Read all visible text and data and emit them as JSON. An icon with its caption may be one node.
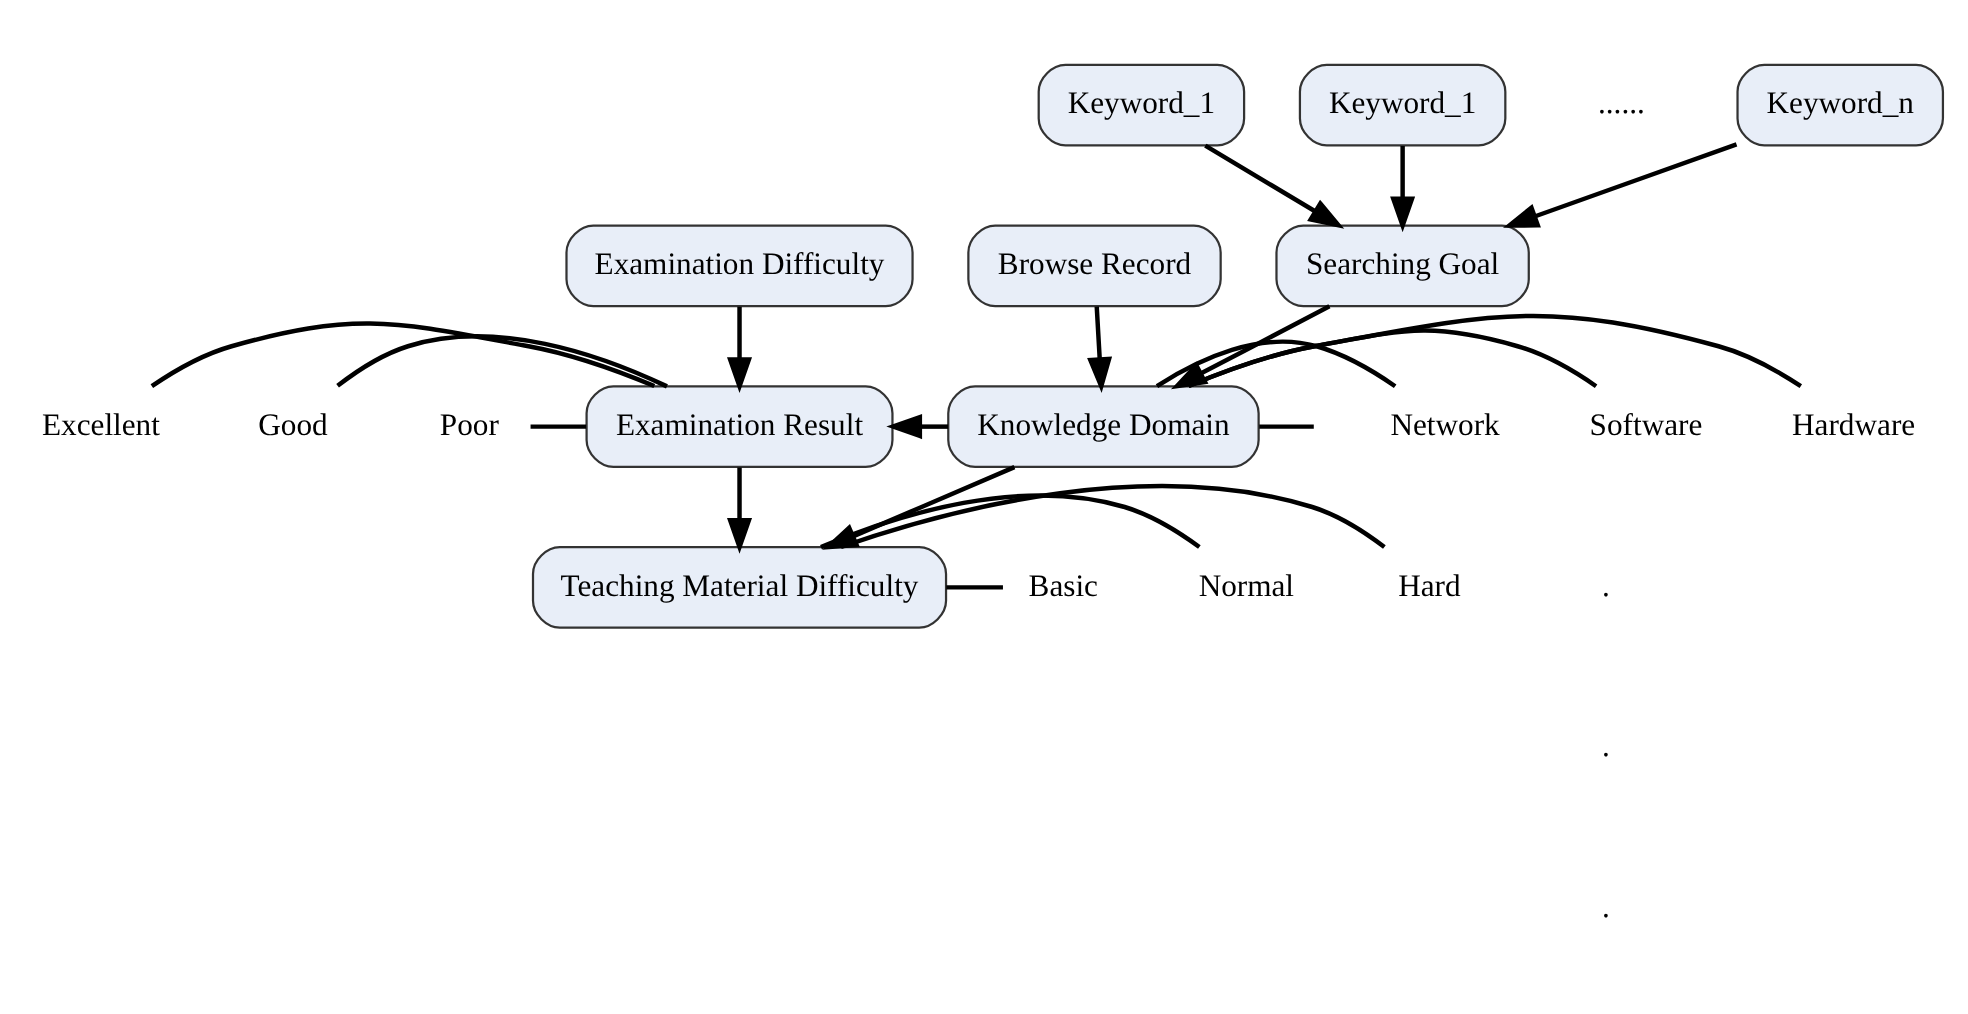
{
  "diagram": {
    "nodes": [
      {
        "text": [
          "Keyword_1"
        ]
      },
      {
        "text": [
          "Keyword_1"
        ]
      },
      {
        "text": [
          "Keyword_n"
        ]
      },
      {
        "text": [
          "Examination Difficulty"
        ]
      },
      {
        "text": [
          "Browse Record"
        ]
      },
      {
        "text": [
          "Searching Goal"
        ]
      },
      {
        "text": [
          "Hardware"
        ]
      },
      {
        "text": [
          "Excellent"
        ]
      },
      {
        "text": [
          "Examination Result"
        ]
      },
      {
        "text": [
          "Knowledge Domain"
        ]
      },
      {
        "text": [
          "Software"
        ]
      },
      {
        "text": [
          "Network"
        ]
      },
      {
        "text": [
          "Good"
        ]
      },
      {
        "text": [
          "Poor"
        ]
      },
      {
        "text": [
          "Teaching Material Difficulty"
        ]
      },
      {
        "text": [
          "Hard"
        ]
      },
      {
        "text": [
          "Normal"
        ]
      },
      {
        "text": [
          "Basic"
        ]
      }
    ],
    "edges": [
      {
        "from": 0,
        "to": 5,
        "arrow": "to"
      },
      {
        "from": 1,
        "to": 5,
        "arrow": "to"
      },
      {
        "from": 2,
        "to": 5,
        "arrow": "to"
      },
      {
        "from": 3,
        "to": 8,
        "arrow": "to"
      },
      {
        "from": 4,
        "to": 9,
        "arrow": "to"
      },
      {
        "from": 5,
        "to": 9,
        "arrow": "to"
      },
      {
        "from": 9,
        "to": 8,
        "arrow": "to"
      },
      {
        "from": 8,
        "to": 14,
        "arrow": "to"
      },
      {
        "from": 9,
        "to": 14,
        "arrow": "to"
      },
      {
        "from": 9,
        "to": 6,
        "arrow": "none"
      },
      {
        "from": 9,
        "to": 10,
        "arrow": "none"
      },
      {
        "from": 9,
        "to": 11,
        "arrow": "none"
      },
      {
        "from": 9,
        "to": null,
        "arrow": "none"
      },
      {
        "from": 8,
        "to": 7,
        "arrow": "none"
      },
      {
        "from": 8,
        "to": 12,
        "arrow": "none"
      },
      {
        "from": 8,
        "to": 13,
        "arrow": "none"
      },
      {
        "from": 14,
        "to": 15,
        "arrow": "none"
      },
      {
        "from": 14,
        "to": 16,
        "arrow": "none"
      },
      {
        "from": 14,
        "to": 17,
        "arrow": "none"
      }
    ],
    "labels": [
      "......",
      ".",
      ".",
      "."
    ]
  }
}
